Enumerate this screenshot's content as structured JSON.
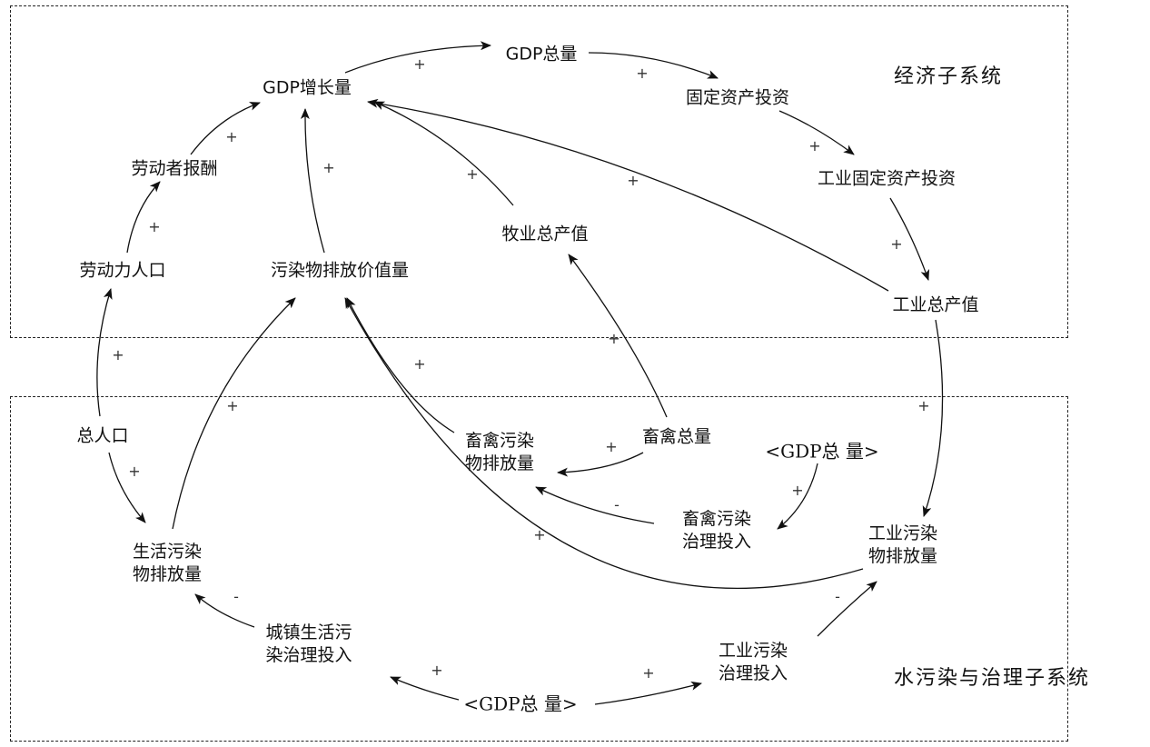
{
  "subsystems": {
    "economic": {
      "label": "经济子系统"
    },
    "water": {
      "label": "水污染与治理子系统"
    }
  },
  "nodes": [
    {
      "id": "gdp_growth",
      "label": "GDP增长量"
    },
    {
      "id": "gdp_total",
      "label": "GDP总量"
    },
    {
      "id": "fixed_invest",
      "label": "固定资产投资"
    },
    {
      "id": "ind_fixed_invest",
      "label": "工业固定资产投资"
    },
    {
      "id": "ind_output",
      "label": "工业总产值"
    },
    {
      "id": "labor_pay",
      "label": "劳动者报酬"
    },
    {
      "id": "labor_pop",
      "label": "劳动力人口"
    },
    {
      "id": "pollutant_value",
      "label": "污染物排放价值量"
    },
    {
      "id": "livestock_output",
      "label": "牧业总产值"
    },
    {
      "id": "total_pop",
      "label": "总人口"
    },
    {
      "id": "domestic_emission",
      "label": "生活污染\n物排放量"
    },
    {
      "id": "livestock_emission",
      "label": "畜禽污染\n物排放量"
    },
    {
      "id": "livestock_total",
      "label": "畜禽总量"
    },
    {
      "id": "gdp_total_shadow1",
      "label": "<GDP总 量>"
    },
    {
      "id": "livestock_treat",
      "label": "畜禽污染\n治理投入"
    },
    {
      "id": "ind_emission",
      "label": "工业污染\n物排放量"
    },
    {
      "id": "urban_treat",
      "label": "城镇生活污\n染治理投入"
    },
    {
      "id": "ind_treat",
      "label": "工业污染\n治理投入"
    },
    {
      "id": "gdp_total_shadow2",
      "label": "<GDP总 量>"
    }
  ],
  "edges": [
    {
      "from": "gdp_growth",
      "to": "gdp_total",
      "polarity": "+"
    },
    {
      "from": "gdp_total",
      "to": "fixed_invest",
      "polarity": "+"
    },
    {
      "from": "fixed_invest",
      "to": "ind_fixed_invest",
      "polarity": "+"
    },
    {
      "from": "ind_fixed_invest",
      "to": "ind_output",
      "polarity": "+"
    },
    {
      "from": "ind_output",
      "to": "gdp_growth",
      "polarity": "+"
    },
    {
      "from": "livestock_output",
      "to": "gdp_growth",
      "polarity": "+"
    },
    {
      "from": "pollutant_value",
      "to": "gdp_growth",
      "polarity": "+"
    },
    {
      "from": "labor_pay",
      "to": "gdp_growth",
      "polarity": "+"
    },
    {
      "from": "labor_pop",
      "to": "labor_pay",
      "polarity": "+"
    },
    {
      "from": "total_pop",
      "to": "labor_pop",
      "polarity": "+"
    },
    {
      "from": "total_pop",
      "to": "domestic_emission",
      "polarity": "+"
    },
    {
      "from": "domestic_emission",
      "to": "pollutant_value",
      "polarity": "+"
    },
    {
      "from": "livestock_emission",
      "to": "pollutant_value",
      "polarity": "+"
    },
    {
      "from": "ind_emission",
      "to": "pollutant_value",
      "polarity": "+"
    },
    {
      "from": "livestock_total",
      "to": "livestock_output",
      "polarity": "+"
    },
    {
      "from": "livestock_total",
      "to": "livestock_emission",
      "polarity": "+"
    },
    {
      "from": "livestock_treat",
      "to": "livestock_emission",
      "polarity": "-"
    },
    {
      "from": "gdp_total_shadow1",
      "to": "livestock_treat",
      "polarity": "+"
    },
    {
      "from": "ind_output",
      "to": "ind_emission",
      "polarity": "+"
    },
    {
      "from": "ind_treat",
      "to": "ind_emission",
      "polarity": "-"
    },
    {
      "from": "urban_treat",
      "to": "domestic_emission",
      "polarity": "-"
    },
    {
      "from": "gdp_total_shadow2",
      "to": "urban_treat",
      "polarity": "+"
    },
    {
      "from": "gdp_total_shadow2",
      "to": "ind_treat",
      "polarity": "+"
    }
  ]
}
